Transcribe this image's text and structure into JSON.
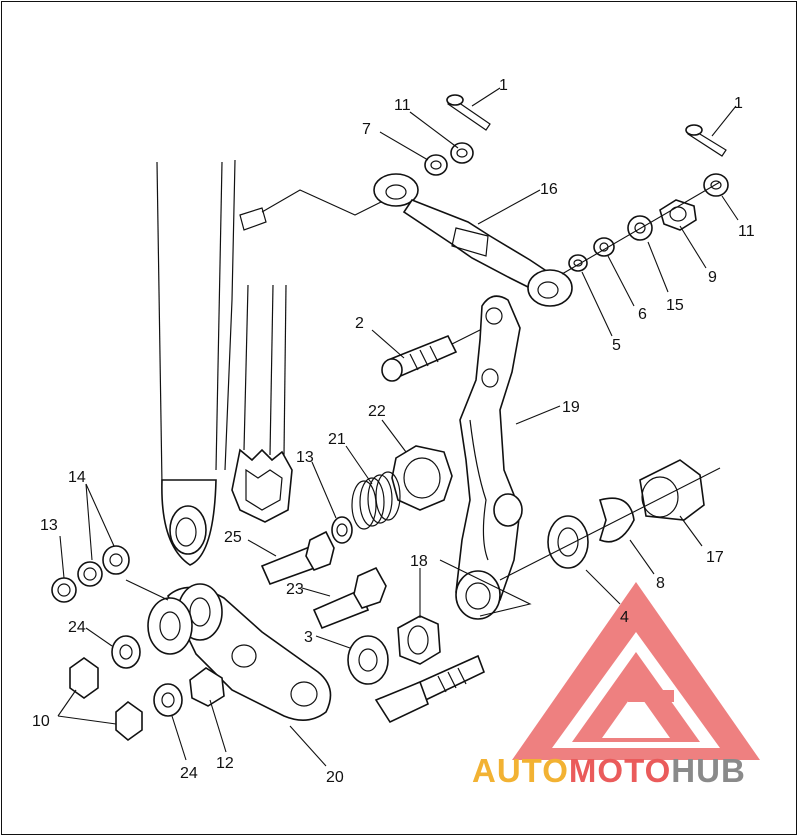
{
  "callouts": [
    {
      "id": "c1a",
      "text": "1"
    },
    {
      "id": "c1b",
      "text": "1"
    },
    {
      "id": "c2",
      "text": "2"
    },
    {
      "id": "c3",
      "text": "3"
    },
    {
      "id": "c4",
      "text": "4"
    },
    {
      "id": "c5",
      "text": "5"
    },
    {
      "id": "c6",
      "text": "6"
    },
    {
      "id": "c7",
      "text": "7"
    },
    {
      "id": "c8",
      "text": "8"
    },
    {
      "id": "c9",
      "text": "9"
    },
    {
      "id": "c10",
      "text": "10"
    },
    {
      "id": "c11a",
      "text": "11"
    },
    {
      "id": "c11b",
      "text": "11"
    },
    {
      "id": "c12",
      "text": "12"
    },
    {
      "id": "c13a",
      "text": "13"
    },
    {
      "id": "c13b",
      "text": "13"
    },
    {
      "id": "c14",
      "text": "14"
    },
    {
      "id": "c15",
      "text": "15"
    },
    {
      "id": "c16",
      "text": "16"
    },
    {
      "id": "c17",
      "text": "17"
    },
    {
      "id": "c18",
      "text": "18"
    },
    {
      "id": "c19",
      "text": "19"
    },
    {
      "id": "c20",
      "text": "20"
    },
    {
      "id": "c21",
      "text": "21"
    },
    {
      "id": "c22",
      "text": "22"
    },
    {
      "id": "c23",
      "text": "23"
    },
    {
      "id": "c24a",
      "text": "24"
    },
    {
      "id": "c24b",
      "text": "24"
    },
    {
      "id": "c25",
      "text": "25"
    }
  ],
  "watermark": {
    "part1": "AUTO",
    "part2": "MOTO",
    "part3": "HUB",
    "colors": {
      "auto": "#f2b233",
      "moto": "#ea5b5b",
      "hub": "#8a8a8a",
      "logo": "#e85050"
    }
  }
}
